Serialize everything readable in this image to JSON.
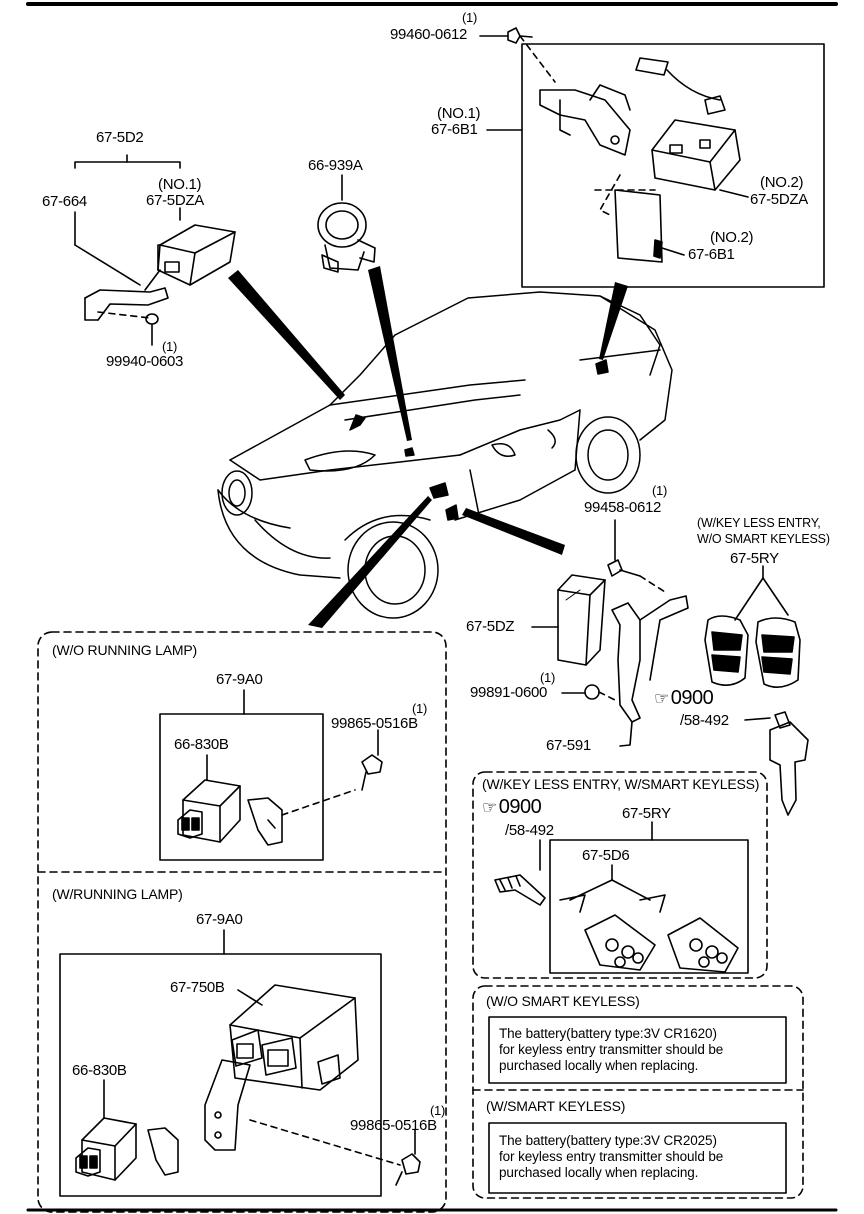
{
  "parts": {
    "bolt_top": "99460-0612",
    "bolt_top_qty": "(1)",
    "no1_label": "(NO.1)",
    "part_67_6B1": "67-6B1",
    "no2_label_a": "(NO.2)",
    "part_67_5DZA_no2": "67-5DZA",
    "no2_label_b": "(NO.2)",
    "part_67_6B1_no2": "67-6B1",
    "part_67_5D2": "67-5D2",
    "part_67_664": "67-664",
    "no1_label_b": "(NO.1)",
    "part_67_5DZA": "67-5DZA",
    "nut_99940": "99940-0603",
    "nut_99940_qty": "(1)",
    "part_66_939A": "66-939A",
    "bolt_99458": "99458-0612",
    "bolt_99458_qty": "(1)",
    "keyless_heading_1": "(W/KEY LESS ENTRY,",
    "keyless_heading_2": "W/O SMART KEYLESS)",
    "part_67_5RY": "67-5RY",
    "part_67_5DZ": "67-5DZ",
    "nut_99891": "99891-0600",
    "nut_99891_qty": "(1)",
    "ref_0900": "0900",
    "ref_58_492": "/58-492",
    "part_67_591": "67-591"
  },
  "sections": {
    "wo_running_lamp": {
      "title": "(W/O RUNNING LAMP)",
      "assembly": "67-9A0",
      "relay": "66-830B",
      "bolt": "99865-0516B",
      "bolt_qty": "(1)"
    },
    "w_running_lamp": {
      "title": "(W/RUNNING LAMP)",
      "assembly": "67-9A0",
      "module": "67-750B",
      "relay": "66-830B",
      "bolt": "99865-0516B",
      "bolt_qty": "(1)"
    },
    "smart_keyless": {
      "title": "(W/KEY LESS ENTRY, W/SMART KEYLESS)",
      "ref": "0900",
      "ref_sub": "/58-492",
      "assembly": "67-5RY",
      "sub": "67-5D6"
    },
    "note_wo_smart": {
      "title": "(W/O SMART KEYLESS)",
      "lines": [
        "The battery(battery type:3V CR1620)",
        "for keyless entry transmitter should be",
        "purchased locally when replacing."
      ]
    },
    "note_w_smart": {
      "title": "(W/SMART KEYLESS)",
      "lines": [
        "The battery(battery type:3V CR2025)",
        "for keyless entry transmitter should be",
        "purchased locally when replacing."
      ]
    }
  },
  "icons": {
    "ref_hand": "pointing-hand-icon"
  }
}
